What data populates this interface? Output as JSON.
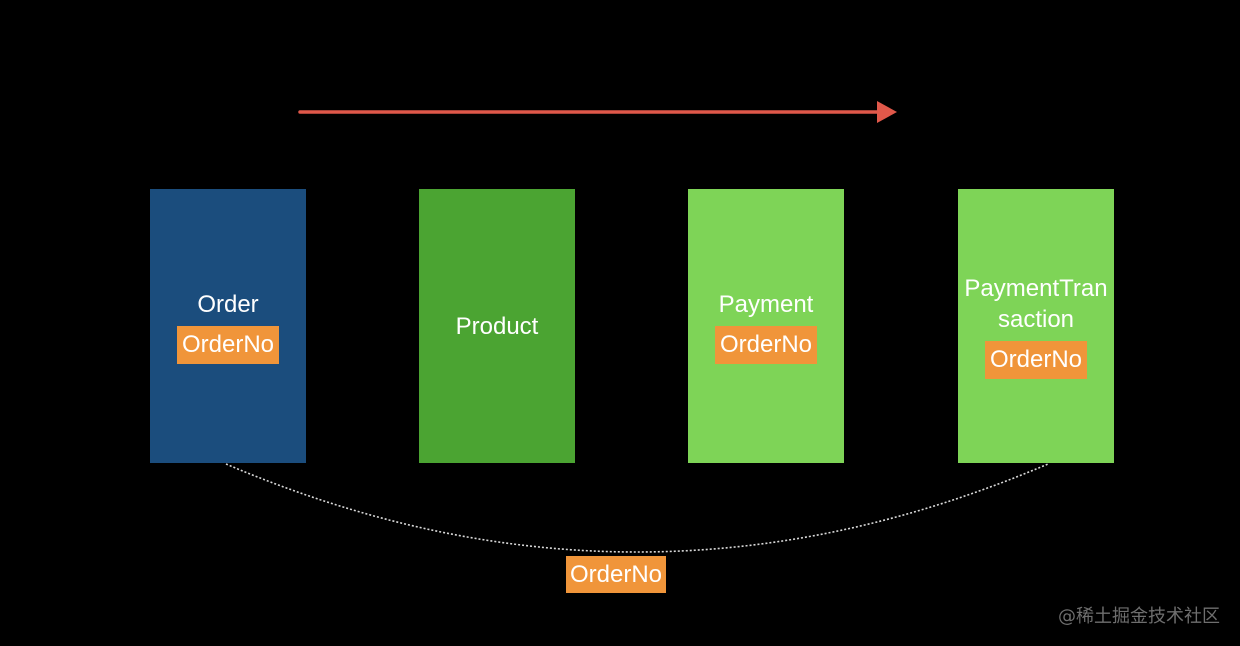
{
  "colors": {
    "background": "#000000",
    "arrow": "#e0584a",
    "connector": "#d8d8d8",
    "key_tag": "#f0953a",
    "text": "#ffffff"
  },
  "entities": [
    {
      "name": "Order",
      "key": "OrderNo",
      "color": "#1b4d7d"
    },
    {
      "name": "Product",
      "key": "",
      "color": "#4ba432"
    },
    {
      "name": "Payment",
      "key": "OrderNo",
      "color": "#7ed457"
    },
    {
      "name": "PaymentTransaction",
      "key": "OrderNo",
      "color": "#7ed457"
    }
  ],
  "connector": {
    "from": "Order",
    "to": "PaymentTransaction",
    "label": "OrderNo"
  },
  "flow_arrow": {
    "direction": "right"
  },
  "watermark": "@稀土掘金技术社区"
}
